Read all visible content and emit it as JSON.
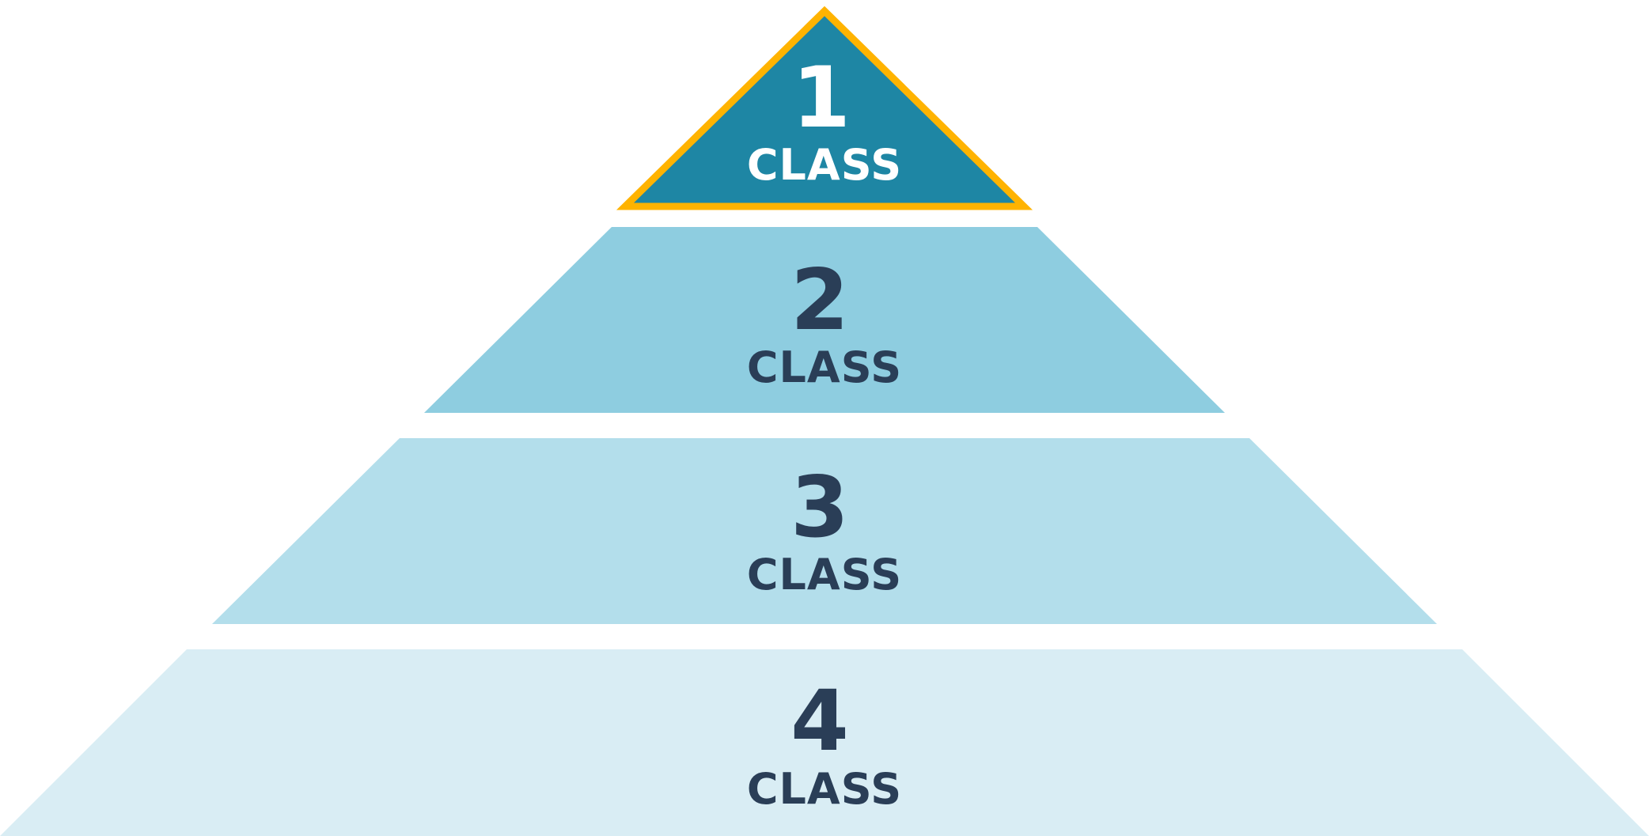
{
  "diagram": {
    "tiers": [
      {
        "number": "1",
        "label": "CLASS",
        "fill_color": "#1E86A4",
        "border_color": "#FFB300",
        "text_color": "#FFFFFF",
        "highlighted": true
      },
      {
        "number": "2",
        "label": "CLASS",
        "fill_color": "#8ECDE0",
        "text_color": "#2A3E57",
        "highlighted": false
      },
      {
        "number": "3",
        "label": "CLASS",
        "fill_color": "#B3DEEB",
        "text_color": "#2A3E57",
        "highlighted": false
      },
      {
        "number": "4",
        "label": "CLASS",
        "fill_color": "#D9EDF4",
        "text_color": "#2A3E57",
        "highlighted": false
      }
    ]
  }
}
